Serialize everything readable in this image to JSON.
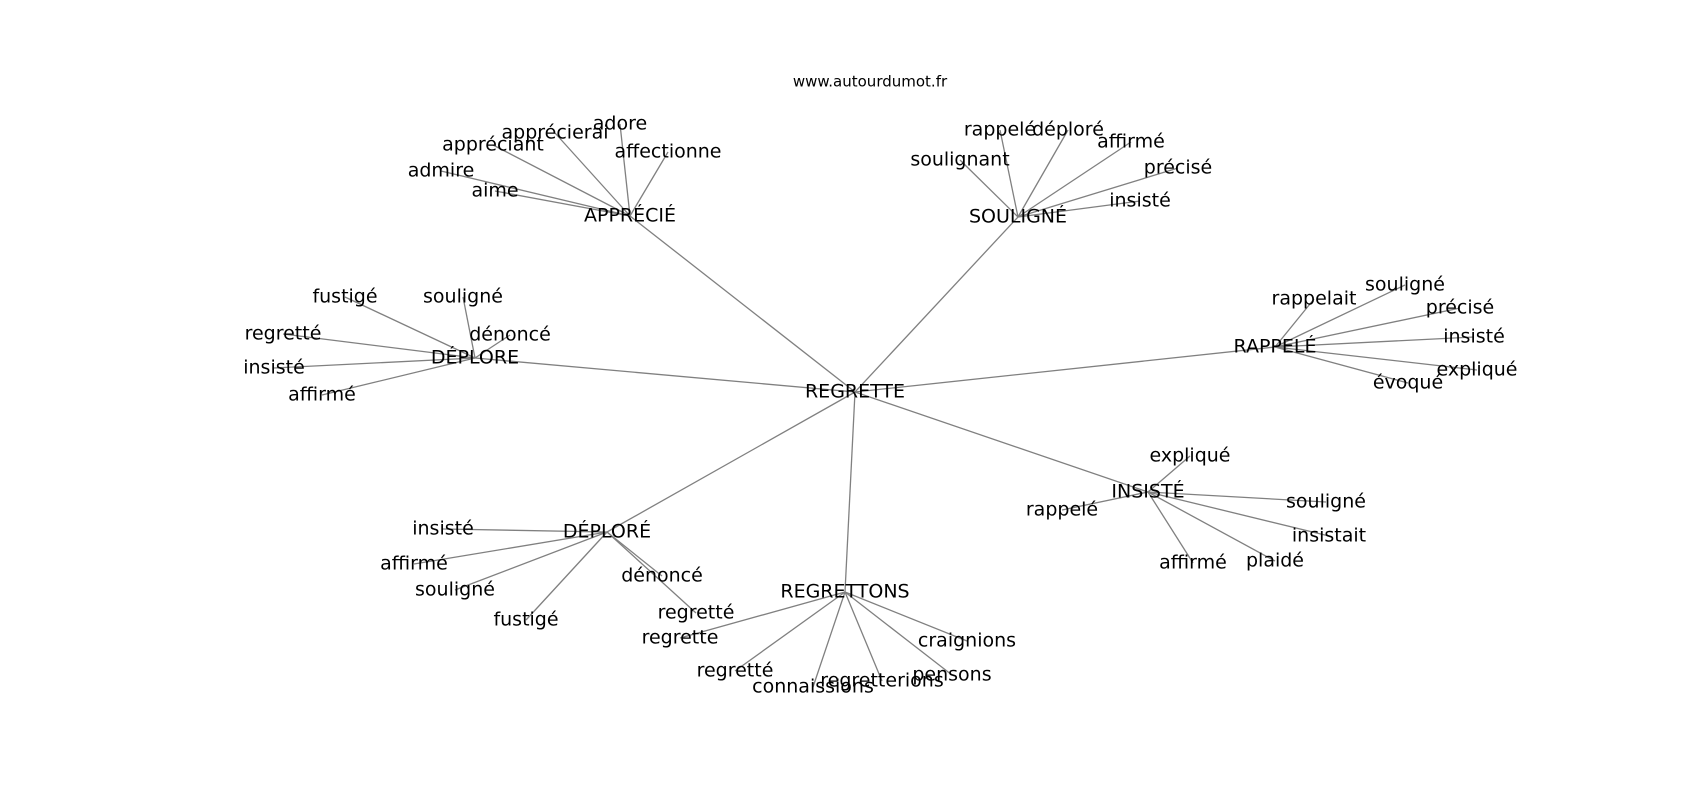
{
  "source": "www.autourdumot.fr",
  "colors": {
    "edge": "#808080",
    "text": "#000000",
    "background": "#ffffff"
  },
  "graph": {
    "root": "REGRETTE",
    "clusters": [
      {
        "label": "APPRÉCIÉ",
        "leaves": [
          "adore",
          "apprécierai",
          "appréciant",
          "affectionne",
          "admire",
          "aime"
        ]
      },
      {
        "label": "SOULIGNÉ",
        "leaves": [
          "rappelé",
          "déploré",
          "affirmé",
          "soulignant",
          "précisé",
          "insisté"
        ]
      },
      {
        "label": "DÉPLORE",
        "leaves": [
          "fustigé",
          "souligné",
          "dénoncé",
          "regretté",
          "insisté",
          "affirmé"
        ]
      },
      {
        "label": "RAPPELÉ",
        "leaves": [
          "souligné",
          "rappelait",
          "précisé",
          "insisté",
          "expliqué",
          "évoqué"
        ]
      },
      {
        "label": "INSISTÉ",
        "leaves": [
          "expliqué",
          "rappelé",
          "souligné",
          "insistait",
          "plaidé",
          "affirmé"
        ]
      },
      {
        "label": "DÉPLORÉ",
        "leaves": [
          "insisté",
          "affirmé",
          "souligné",
          "fustigé",
          "dénoncé",
          "regretté"
        ]
      },
      {
        "label": "REGRETTONS",
        "leaves": [
          "regrette",
          "craignions",
          "pensons",
          "regretterions",
          "connaissions",
          "regretté"
        ]
      }
    ]
  }
}
